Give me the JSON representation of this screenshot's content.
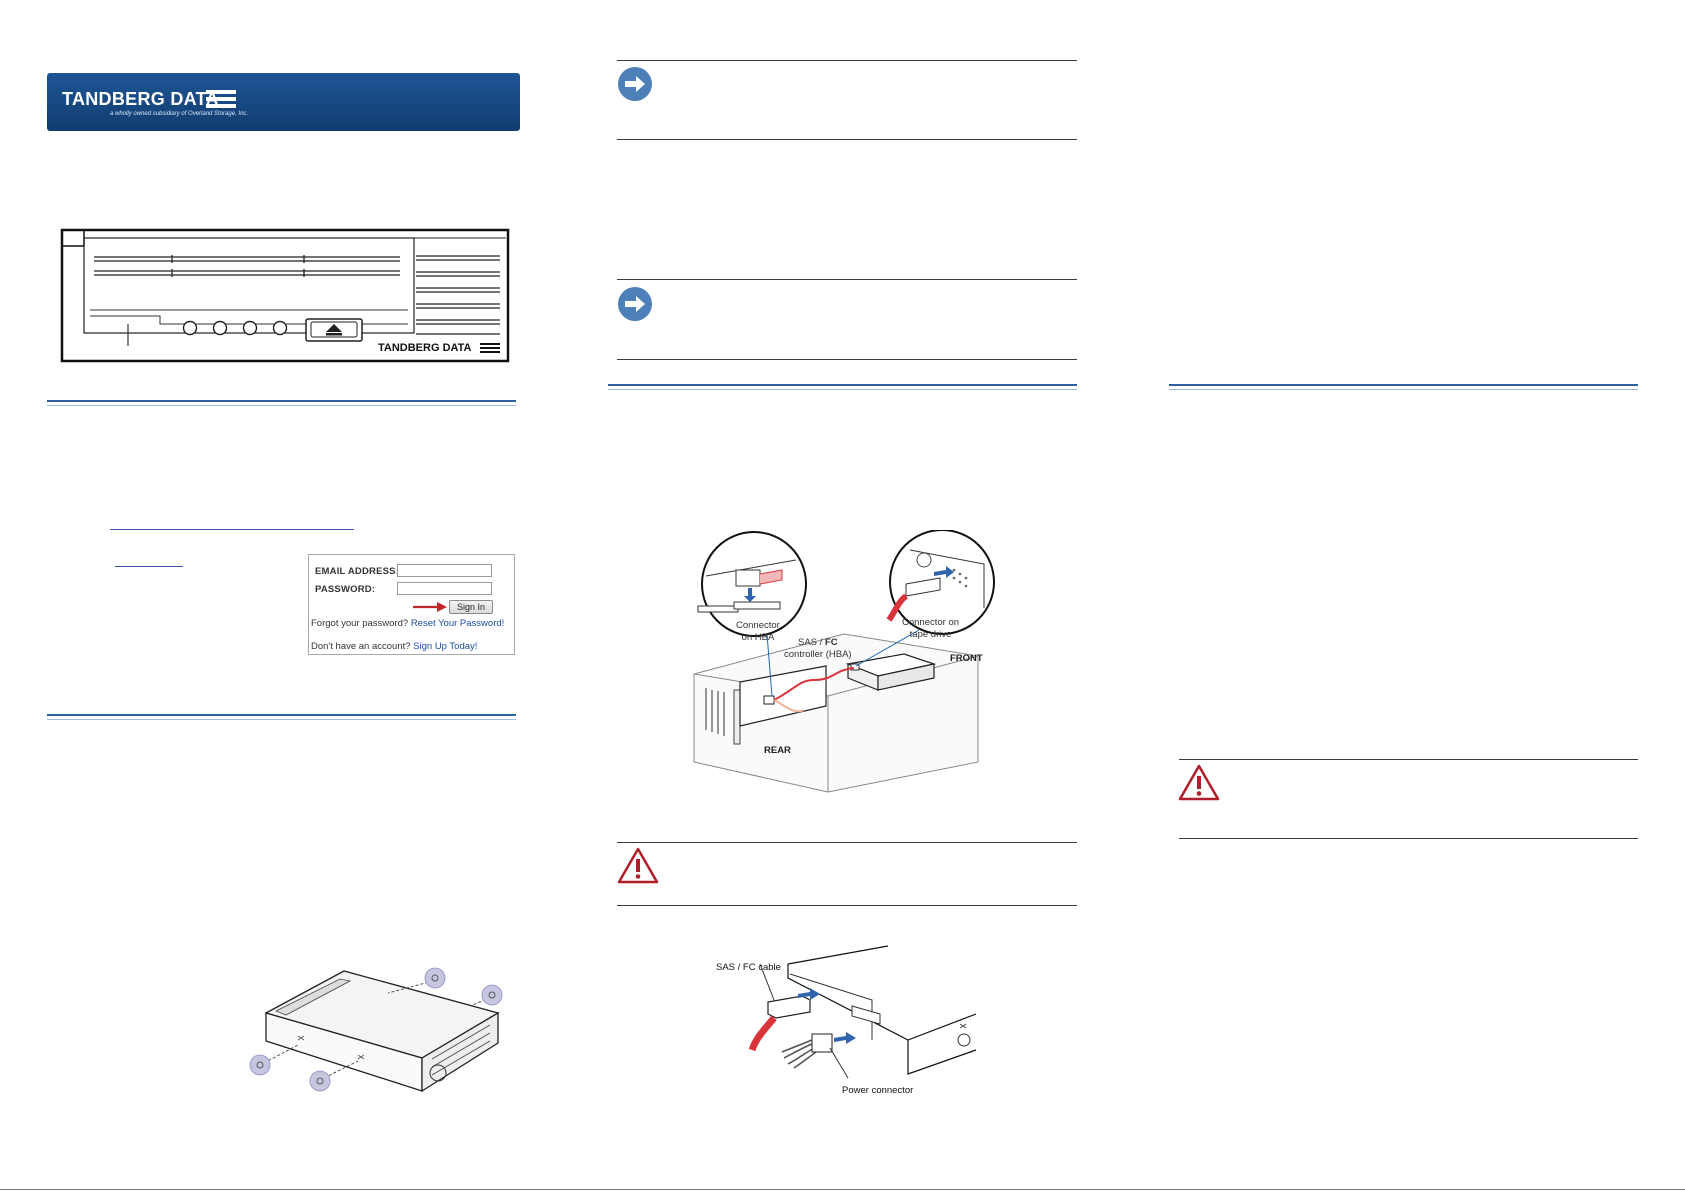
{
  "brand": {
    "name": "TANDBERG DATA",
    "tagline": "a wholly owned subsidiary of Overland Storage, Inc."
  },
  "front_panel": {
    "logo_text": "TANDBERG DATA"
  },
  "login_form": {
    "email_label": "EMAIL ADDRESS:",
    "password_label": "PASSWORD:",
    "sign_in_button": "Sign In",
    "forgot_prefix": "Forgot your password?",
    "forgot_link": "Reset Your Password!",
    "signup_prefix": "Don't have an account?",
    "signup_link": "Sign Up Today!"
  },
  "hba_diagram": {
    "connector_hba": "Connector on HBA",
    "hba_controller_prefix": "SAS /",
    "hba_controller_bold": "FC",
    "hba_controller_suffix": "controller (HBA)",
    "connector_drive": "Connector on tape drive",
    "front_label": "FRONT",
    "rear_label": "REAR"
  },
  "rear_diagram": {
    "cable_label": "SAS / FC cable",
    "power_label": "Power connector"
  },
  "colors": {
    "brand_blue": "#1a4c88",
    "note_icon": "#4d7fb8",
    "caution_red": "#b01e2a",
    "cable_red": "#d9343b",
    "arrow_blue": "#2f63ad"
  }
}
